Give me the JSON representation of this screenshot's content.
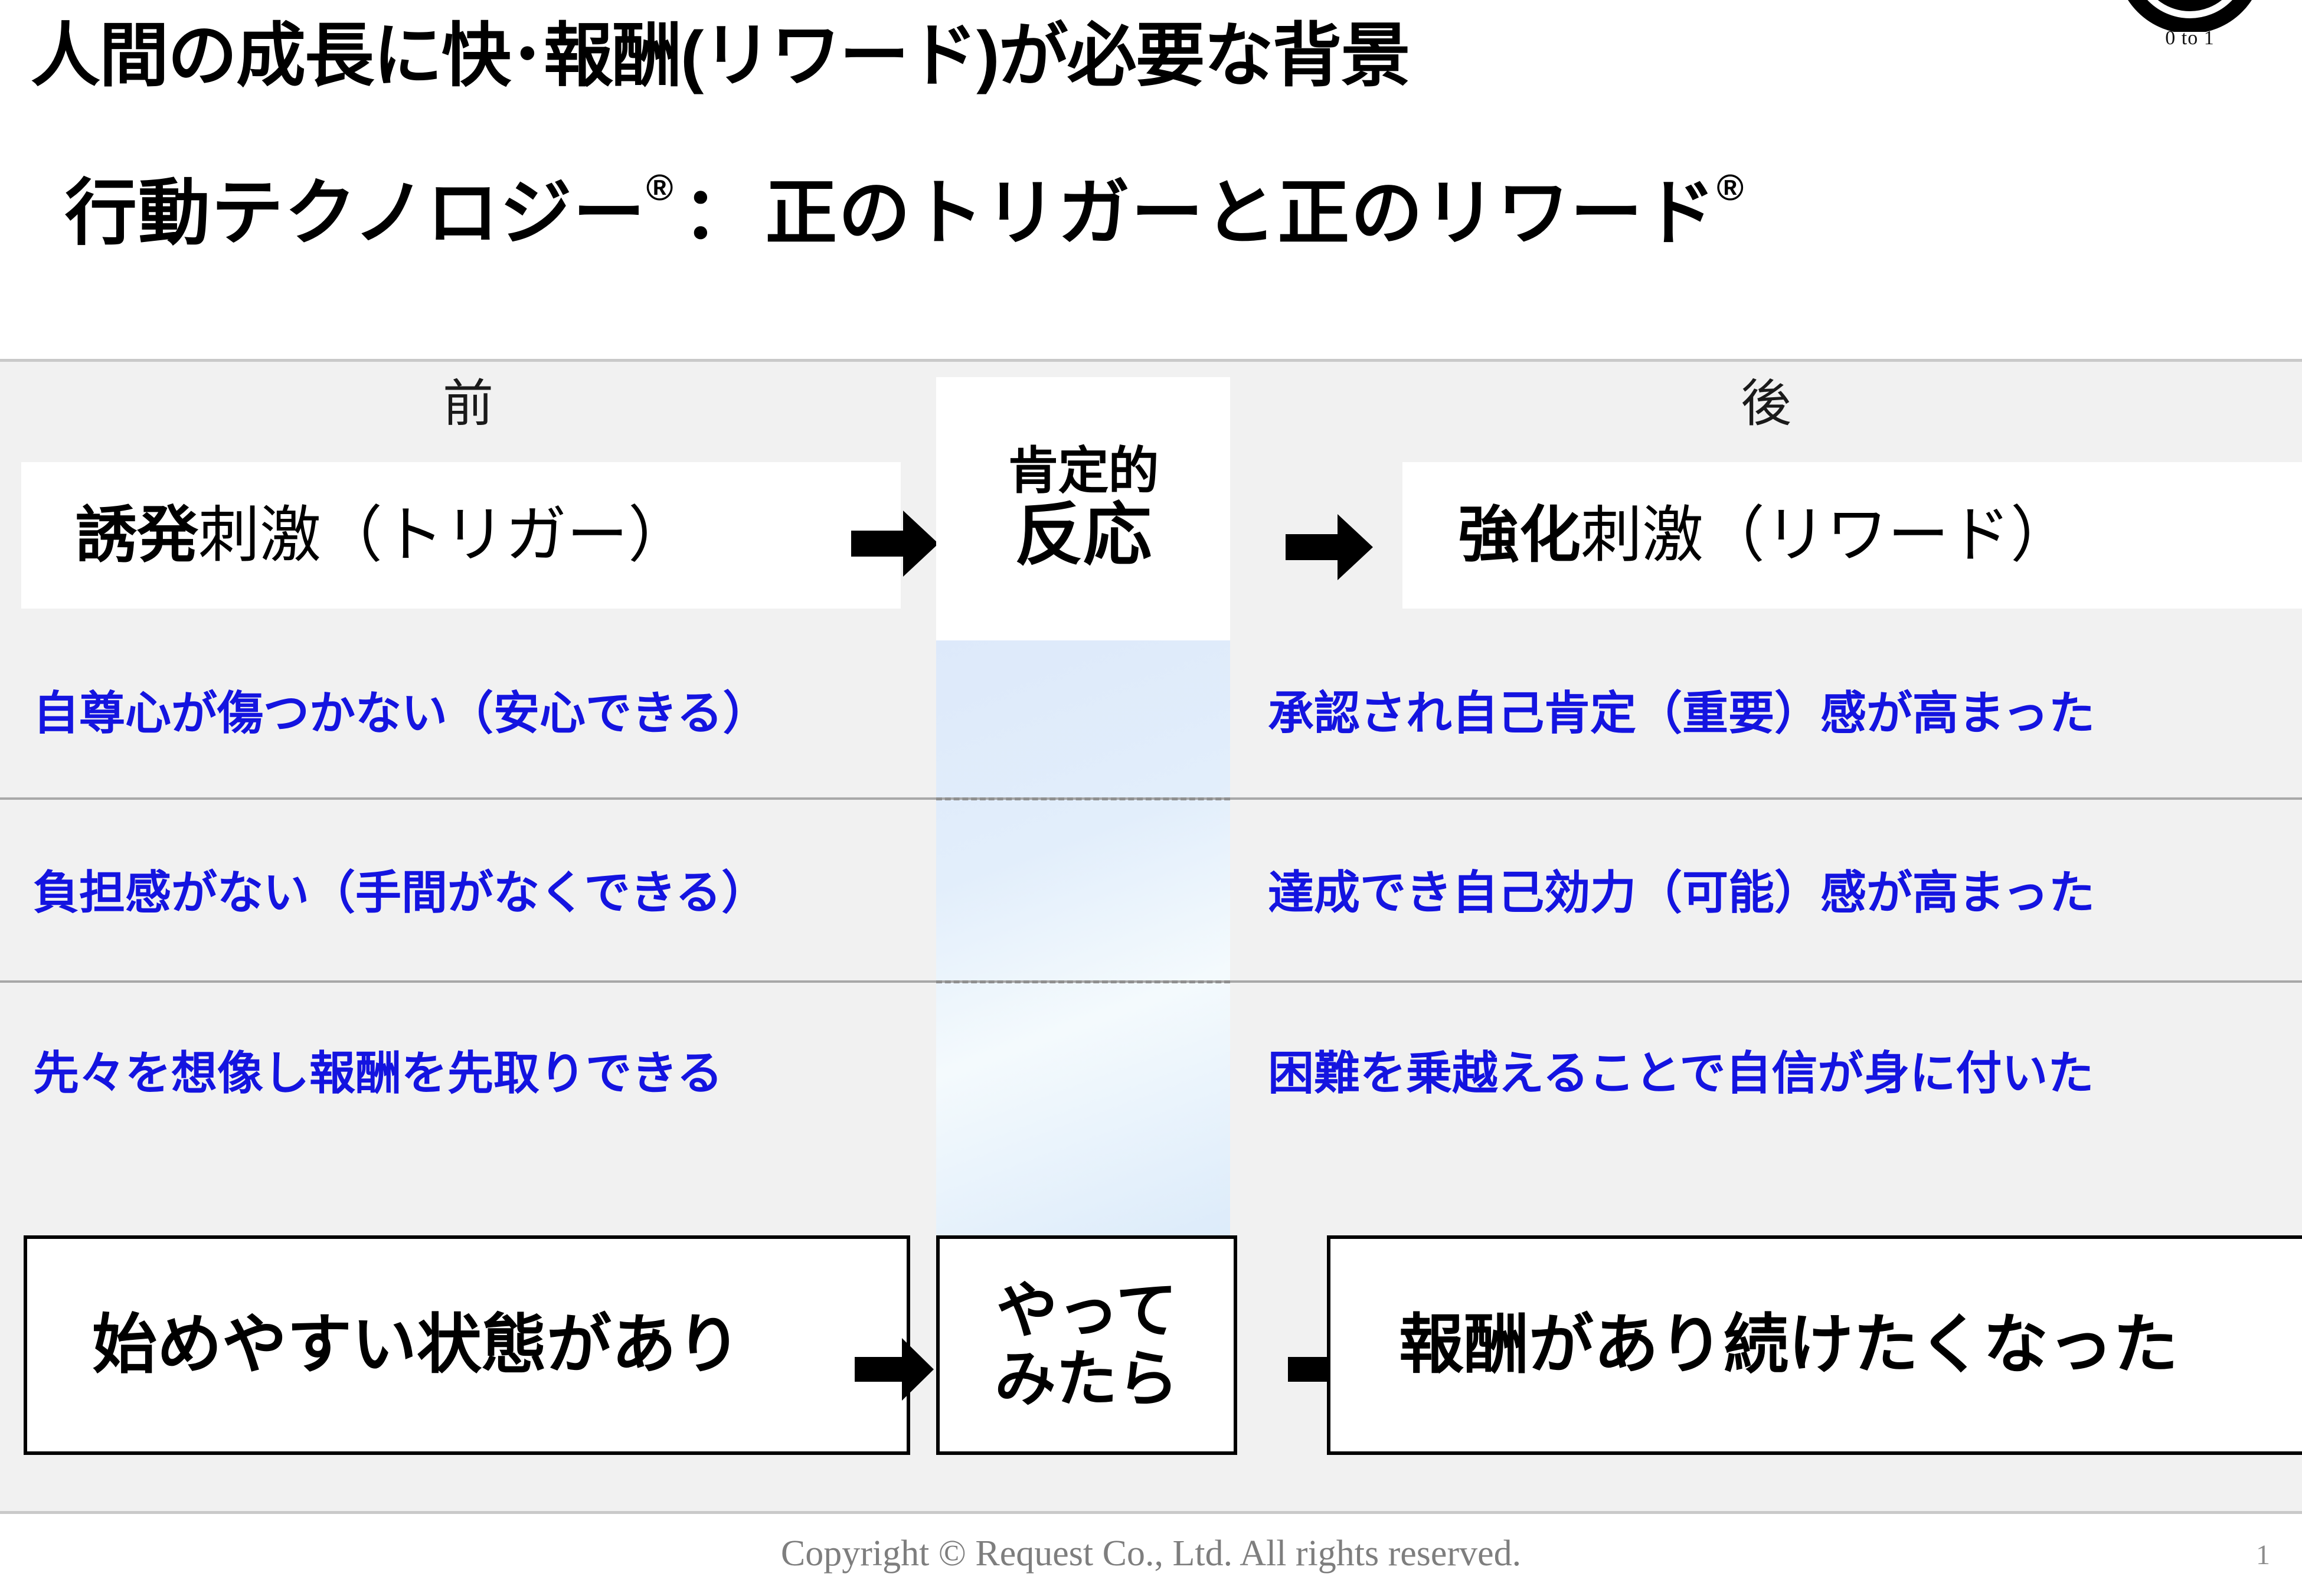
{
  "header": {
    "title": "人間の成長に快･報酬(リワード)が必要な背景",
    "subtitle_part1": "行動テクノロジー",
    "subtitle_reg1": "®",
    "subtitle_colon": "：",
    "subtitle_part2": "正のトリガーと正のリワード",
    "subtitle_reg2": "®"
  },
  "logo": {
    "label": "0 to 1",
    "center_color": "#f7ee00",
    "ring_color": "#000000"
  },
  "columns": {
    "left_label": "前",
    "right_label": "後"
  },
  "top_row": {
    "left_bold": "誘発",
    "left_rest": "刺激（トリガー）",
    "center_small": "肯定的",
    "center_big": "反応",
    "right_bold": "強化",
    "right_rest": "刺激（リワード）",
    "arrow_glyph": "➡"
  },
  "rows": [
    {
      "left": "自尊心が傷つかない（安心できる）",
      "right": "承認され自己肯定（重要）感が高まった"
    },
    {
      "left": "負担感がない（手間がなくできる）",
      "right": "達成でき自己効力（可能）感が高まった"
    },
    {
      "left": "先々を想像し報酬を先取りできる",
      "right": "困難を乗越えることで自信が身に付いた"
    }
  ],
  "bottom_row": {
    "left": "始めやすい状態があり",
    "center_line1": "やって",
    "center_line2": "みたら",
    "right": "報酬があり続けたくなった"
  },
  "footer": {
    "copyright": "Copyright © Request Co., Ltd.  All rights reserved.",
    "page_number": "1"
  },
  "colors": {
    "blue_text": "#1414e0",
    "panel_bg": "#f1f1f1",
    "band_blue": "#dde9fa"
  }
}
